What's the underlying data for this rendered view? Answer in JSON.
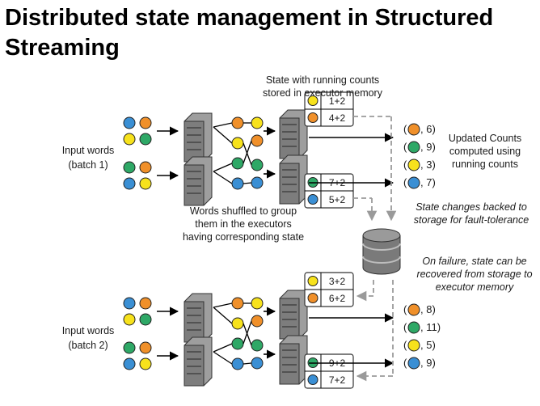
{
  "title": "Distributed state management in Structured Streaming",
  "colors": {
    "orange": "#f0902a",
    "green": "#2ea866",
    "yellow": "#f7e21c",
    "blue": "#3a8fd4"
  },
  "icons": {
    "server": "server-icon",
    "database": "database-icon",
    "word": "word-dot-icon"
  },
  "labels": {
    "state_note": [
      "State with running counts",
      "stored in executor memory"
    ],
    "input_batch1": [
      "Input words",
      "(batch 1)"
    ],
    "input_batch2": [
      "Input words",
      "(batch 2)"
    ],
    "updated_counts": [
      "Updated Counts",
      "computed using",
      "running counts"
    ],
    "shuffle_note": [
      "Words shuffled to group",
      "them in the executors",
      "having corresponding state"
    ],
    "backup_note": [
      "State changes backed to",
      "storage for fault-tolerance"
    ],
    "recovery_note": [
      "On failure, state can be",
      "recovered from storage to",
      "executor memory"
    ]
  },
  "batches": [
    {
      "state_top": [
        {
          "color": "yellow",
          "text": "1+2"
        },
        {
          "color": "orange",
          "text": "4+2"
        }
      ],
      "state_bottom": [
        {
          "color": "green",
          "text": "7+2"
        },
        {
          "color": "blue",
          "text": "5+2"
        }
      ],
      "outputs": [
        {
          "color": "orange",
          "text": ", 6)"
        },
        {
          "color": "green",
          "text": ", 9)"
        },
        {
          "color": "yellow",
          "text": ", 3)"
        },
        {
          "color": "blue",
          "text": ", 7)"
        }
      ]
    },
    {
      "state_top": [
        {
          "color": "yellow",
          "text": "3+2"
        },
        {
          "color": "orange",
          "text": "6+2"
        }
      ],
      "state_bottom": [
        {
          "color": "green",
          "text": "9+2"
        },
        {
          "color": "blue",
          "text": "7+2"
        }
      ],
      "outputs": [
        {
          "color": "orange",
          "text": ", 8)"
        },
        {
          "color": "green",
          "text": ", 11)"
        },
        {
          "color": "yellow",
          "text": ", 5)"
        },
        {
          "color": "blue",
          "text": ", 9)"
        }
      ]
    }
  ]
}
